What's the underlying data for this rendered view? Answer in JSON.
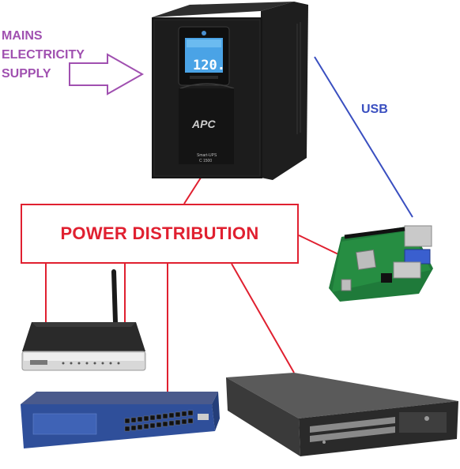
{
  "mains": {
    "line1": "MAINS",
    "line2": "ELECTRICITY",
    "line3": "SUPPLY"
  },
  "usb_label": "USB",
  "power_distribution_label": "POWER DISTRIBUTION",
  "ups": {
    "brand": "APC",
    "model_line1": "Smart-UPS",
    "model_line2": "C 1500",
    "display_value": "120."
  },
  "colors": {
    "mains_arrow": "#a050b0",
    "usb_link": "#3a4fc0",
    "power_link": "#e02030"
  }
}
